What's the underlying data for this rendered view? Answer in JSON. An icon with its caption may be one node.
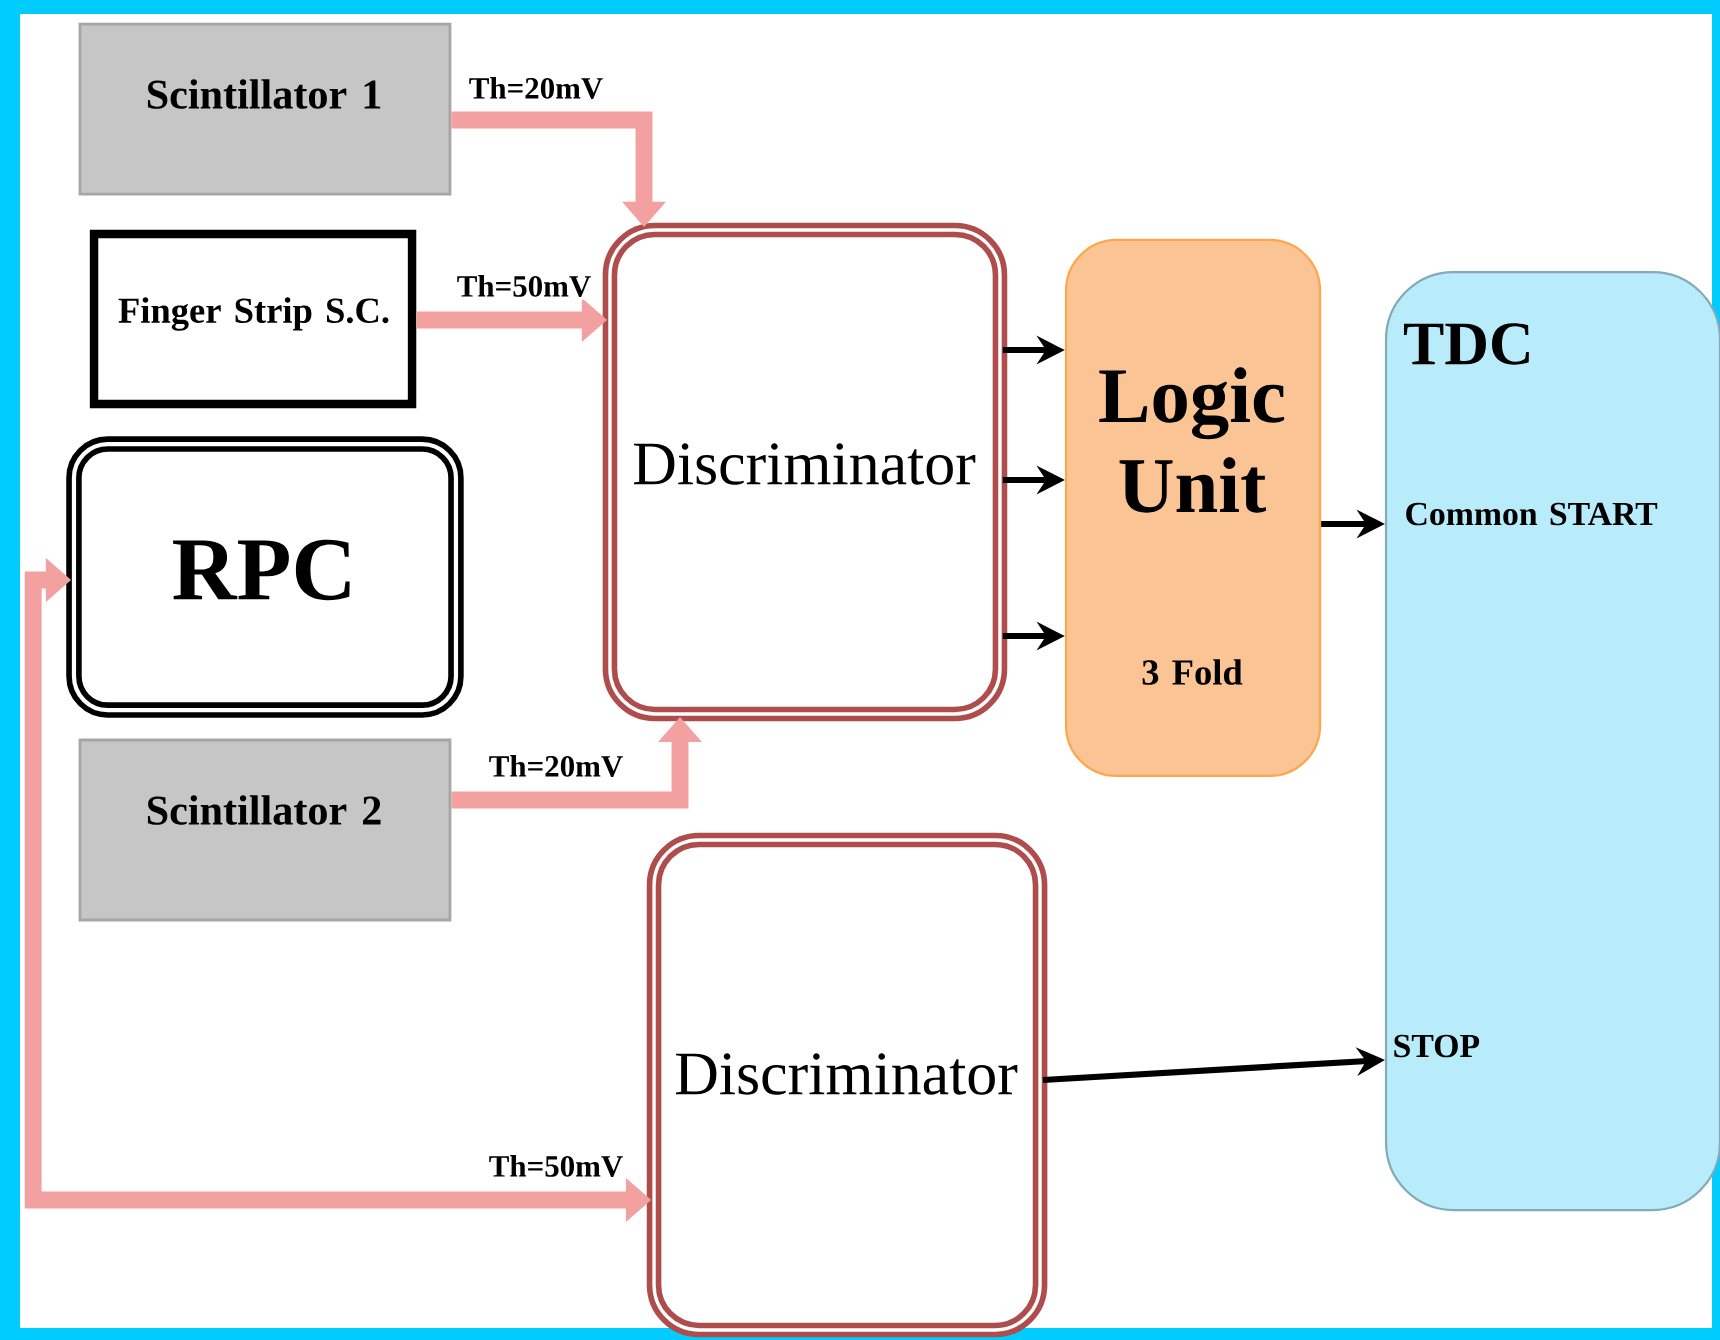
{
  "diagram": {
    "nodes": [
      {
        "text": [
          "Scintillator 1"
        ]
      },
      {
        "text": [
          "Finger Strip S.C."
        ]
      },
      {
        "text": [
          "RPC"
        ]
      },
      {
        "text": [
          "Scintillator 2"
        ]
      },
      {
        "text": [
          "Discriminator"
        ]
      },
      {
        "text": [
          "Logic Unit",
          "3 Fold"
        ]
      },
      {
        "text": [
          "TDC",
          "Common START",
          "STOP"
        ]
      },
      {
        "text": [
          "Discriminator"
        ]
      }
    ],
    "edges": [
      {
        "from": 0,
        "to": 4,
        "arrow": "to",
        "label": "Th=20mV",
        "style": "thick",
        "color": "#f2a0a0"
      },
      {
        "from": 1,
        "to": 4,
        "arrow": "to",
        "label": "Th=50mV",
        "style": "thick",
        "color": "#f2a0a0"
      },
      {
        "from": 3,
        "to": 4,
        "arrow": "to",
        "label": "Th=20mV",
        "style": "thick",
        "color": "#f2a0a0"
      },
      {
        "from": 2,
        "to": 7,
        "arrow": "both",
        "label": "Th=50mV",
        "style": "thick",
        "color": "#f2a0a0"
      },
      {
        "from": 4,
        "to": 5,
        "arrow": "to"
      },
      {
        "from": 4,
        "to": 5,
        "arrow": "to"
      },
      {
        "from": 4,
        "to": 5,
        "arrow": "to"
      },
      {
        "from": 5,
        "to": 6,
        "arrow": "to"
      },
      {
        "from": 7,
        "to": 6,
        "arrow": "to"
      }
    ]
  }
}
